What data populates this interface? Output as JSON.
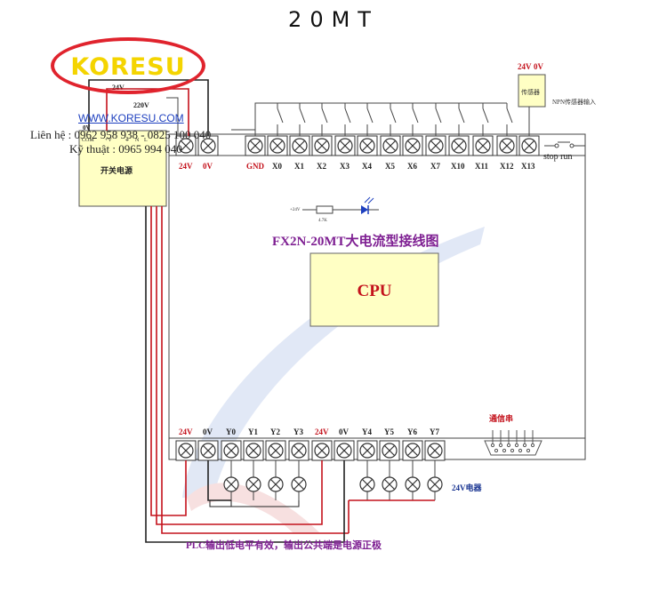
{
  "header": {
    "title": "20MT"
  },
  "watermark": {
    "brand": "KORESU",
    "website": "WWW.KORESU.COM",
    "hotline": "Liên hệ : 0962 958 938 - 0825 100 040",
    "tech": "Kỹ thuật : 0965 994 040"
  },
  "power_supply": {
    "label": "开关电源",
    "out_24v": "24V",
    "out_0v": "0V",
    "in_220v": "220V",
    "com": "COM",
    "pins": [
      "+V",
      "⏚",
      "N",
      "L"
    ]
  },
  "npn_sensor": {
    "label": "NPN传感器输入",
    "box_text": "传感器",
    "v24": "24V",
    "v0": "0V"
  },
  "plc": {
    "title": "FX2N-20MT大电流型接线图",
    "cpu": "CPU",
    "top_terminals": [
      "24V",
      "0V",
      "GND",
      "X0",
      "X1",
      "X2",
      "X3",
      "X4",
      "X5",
      "X6",
      "X7",
      "X10",
      "X11",
      "X12",
      "X13"
    ],
    "stop_run": "stop run",
    "led_resistor": "4.7K",
    "led_plus": "+24V",
    "bottom_terminals": [
      "24V",
      "0V",
      "Y0",
      "Y1",
      "Y2",
      "Y3",
      "24V",
      "0V",
      "Y4",
      "Y5",
      "Y6",
      "Y7"
    ],
    "comm_port": "通信串",
    "load_label": "24V电器"
  },
  "footer": {
    "note": "PLC输出低电平有效，输出公共端是电源正极"
  },
  "colors": {
    "red": "#c4121c",
    "yellow": "#ffffc4",
    "purple": "#7e1f92",
    "navy": "#14308f",
    "watermark": "#c9d6ee",
    "logo": "#e0232d"
  }
}
